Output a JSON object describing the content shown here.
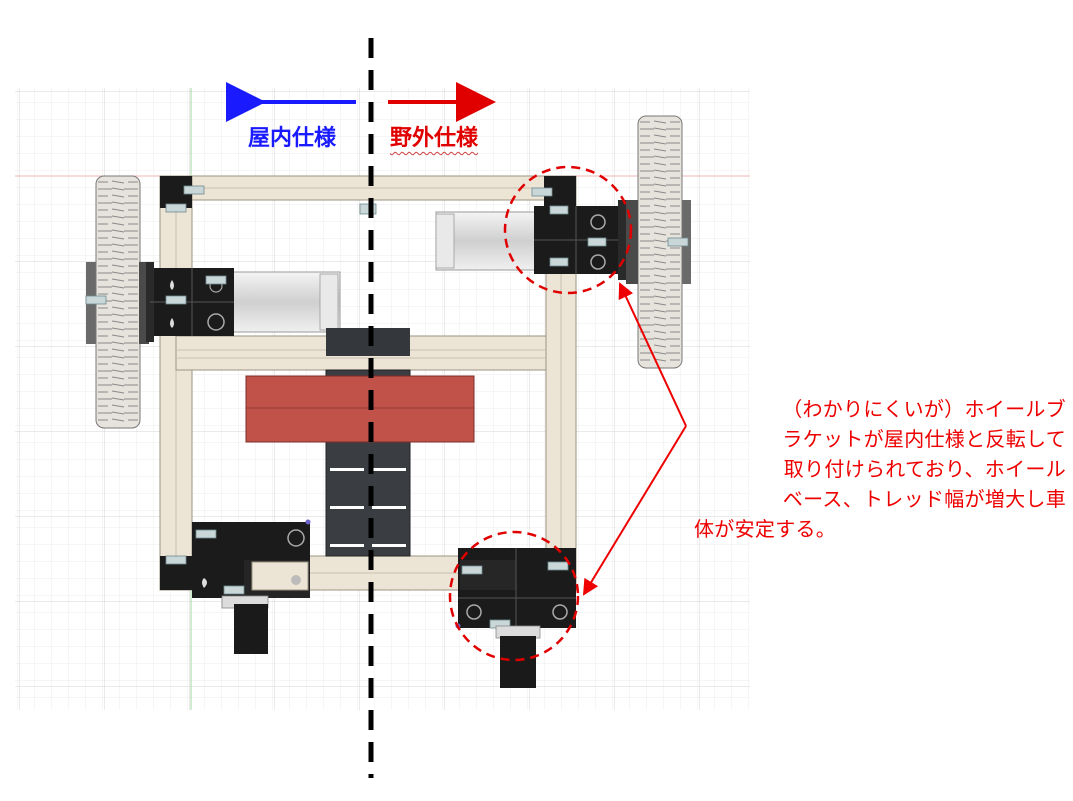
{
  "labels": {
    "indoor": "屋内仕様",
    "outdoor": "野外仕様"
  },
  "annotation": {
    "lines": [
      "（わかりにくいが）ホイールブ",
      "ラケットが屋内仕様と反転して",
      "取り付けられており、ホイール",
      "ベース、トレッド幅が増大し車",
      "体が安定する。"
    ]
  },
  "colors": {
    "indoor": "#1a1aff",
    "outdoor": "#e00000",
    "annotation": "#ee0000",
    "frame": "#ece5d6",
    "bracket": "#1b1b1b",
    "battery": "#c0524a",
    "board": "#3a3d42",
    "motor": "#dedede",
    "wheel": "#e6e3dc"
  },
  "icons": {
    "left_arrow": "arrow-left-icon",
    "right_arrow": "arrow-right-icon"
  }
}
